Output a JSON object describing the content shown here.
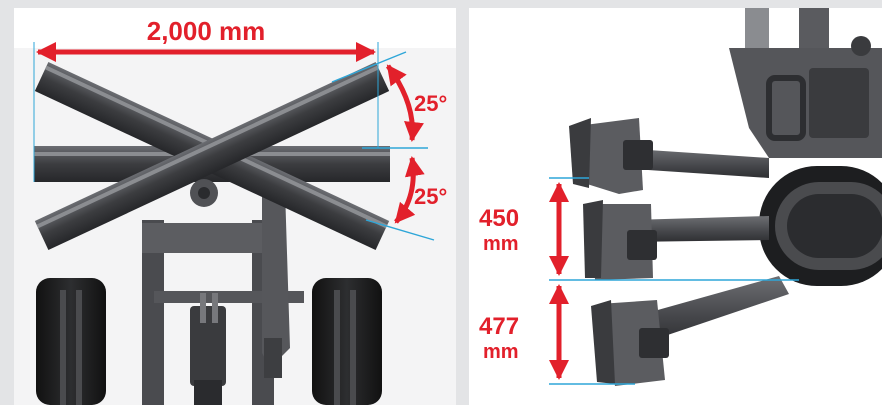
{
  "left_panel": {
    "width_label": "2,000 mm",
    "angle_up_label": "25°",
    "angle_down_label": "25°"
  },
  "right_panel": {
    "lift_value": "450",
    "lift_unit": "mm",
    "drop_value": "477",
    "drop_unit": "mm"
  },
  "colors": {
    "dimension_red": "#e2202b",
    "guide_blue": "#2ea6d8",
    "steel_dark": "#3c3d40",
    "background_gray": "#e3e4e6"
  }
}
